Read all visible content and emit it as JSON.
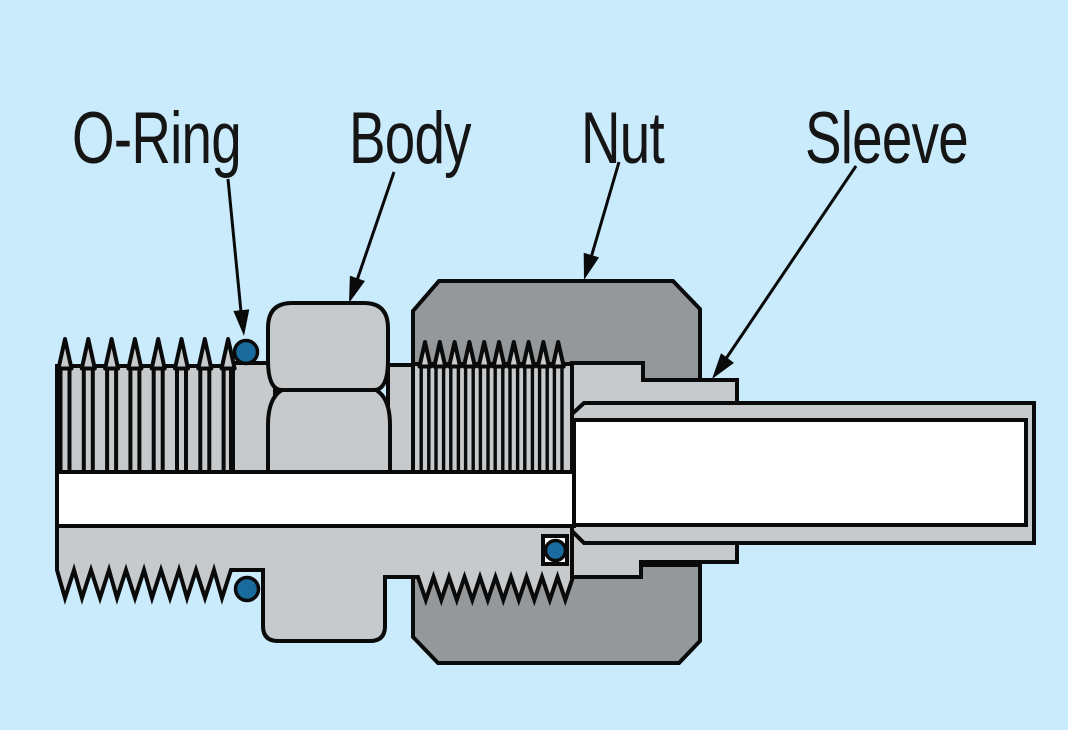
{
  "labels": {
    "oring": "O-Ring",
    "body": "Body",
    "nut": "Nut",
    "sleeve": "Sleeve"
  },
  "components": [
    {
      "name": "o-ring",
      "label": "O-Ring"
    },
    {
      "name": "body",
      "label": "Body"
    },
    {
      "name": "nut",
      "label": "Nut"
    },
    {
      "name": "sleeve",
      "label": "Sleeve"
    }
  ],
  "colors": {
    "background": "#c9ebfc",
    "component_light": "#c7cacc",
    "nut_gray": "#94989b",
    "oring_teal": "#1a6b9d",
    "bore_white": "#ffffff",
    "outline": "#0a0a0a"
  }
}
